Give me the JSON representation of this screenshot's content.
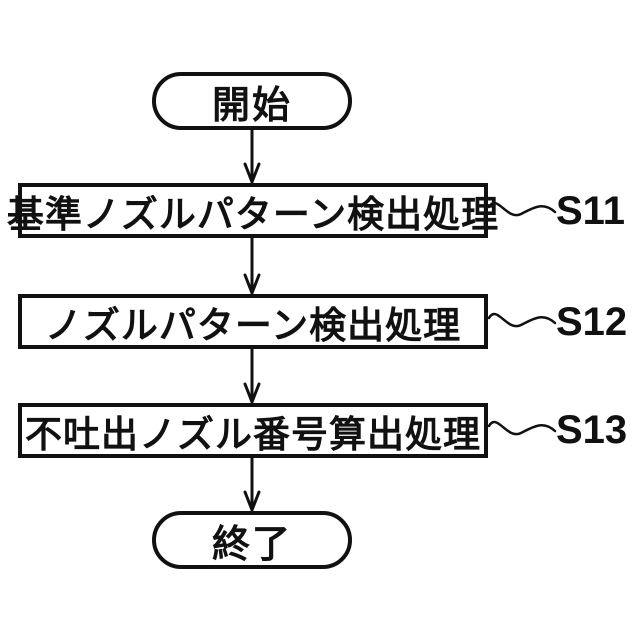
{
  "figure": {
    "type": "flowchart",
    "background_color": "#ffffff",
    "ink_color": "#111111"
  },
  "flowchart": {
    "start_label": "開始",
    "end_label": "終了",
    "steps": [
      {
        "label": "基準ノズルパターン検出処理",
        "tag": "S11"
      },
      {
        "label": "ノズルパターン検出処理",
        "tag": "S12"
      },
      {
        "label": "不吐出ノズル番号算出処理",
        "tag": "S13"
      }
    ]
  }
}
